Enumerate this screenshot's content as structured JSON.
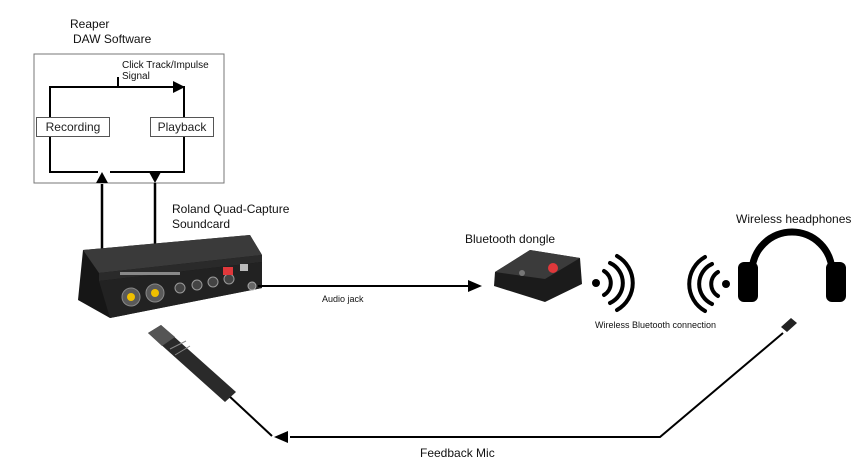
{
  "software": {
    "title_line1": "Reaper",
    "title_line2": "DAW Software",
    "signal_line1": "Click Track/Impulse",
    "signal_line2": "Signal",
    "recording": "Recording",
    "playback": "Playback"
  },
  "soundcard": {
    "line1": "Roland Quad-Capture",
    "line2": "Soundcard"
  },
  "audio_jack": "Audio jack",
  "dongle": "Bluetooth dongle",
  "wireless": "Wireless Bluetooth connection",
  "headphones": "Wireless headphones",
  "mic": "Feedback Mic",
  "colors": {
    "line": "#000000",
    "device": "#1a1a1a",
    "accent": "#e0383b"
  }
}
